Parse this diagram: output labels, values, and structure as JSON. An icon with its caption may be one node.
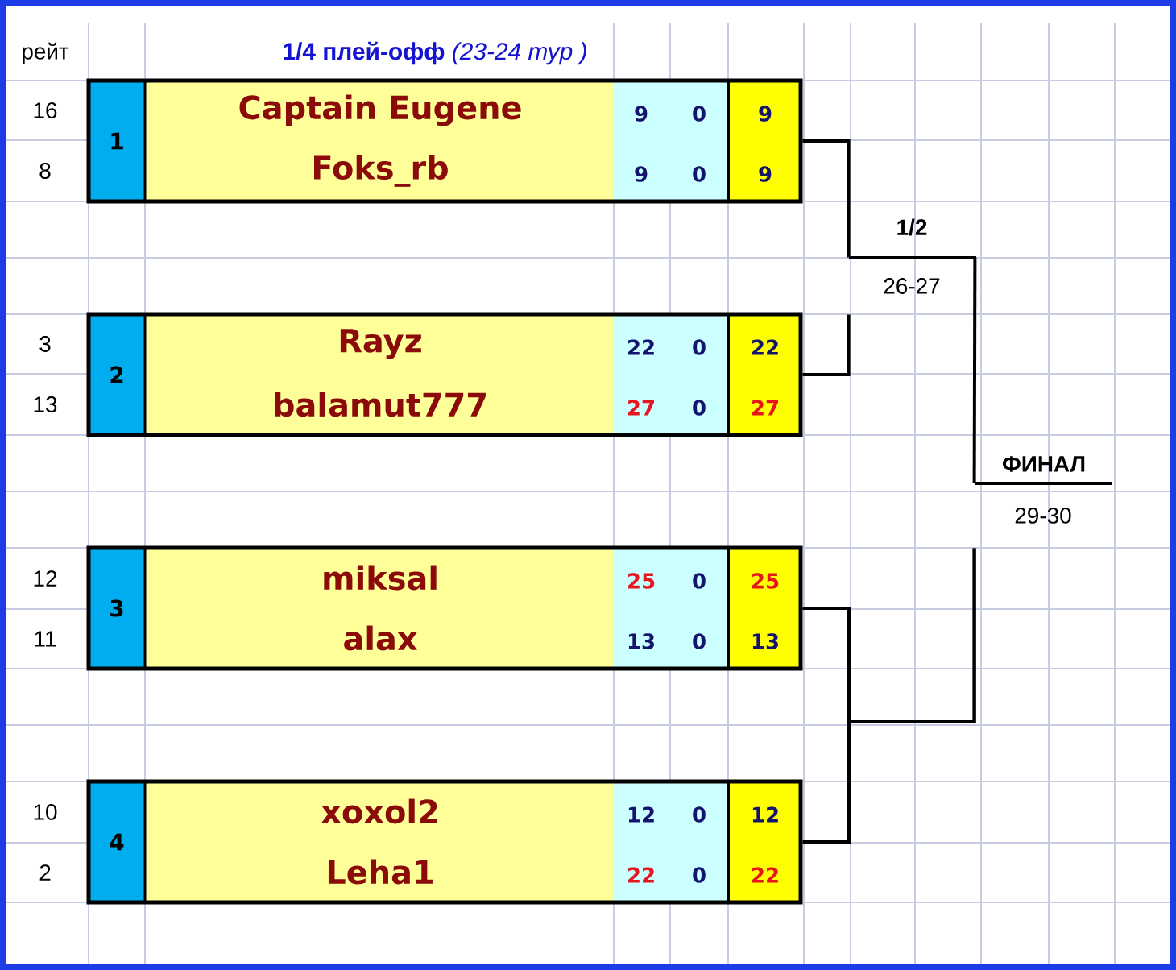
{
  "diagram": {
    "title": "**1/4 плей-офф** *(23-24 тур )*",
    "nodes": [
      {
        "text": [
          "1",
          "Captain Eugene",
          "9",
          "0",
          "9",
          "Foks_rb",
          "9",
          "0",
          "9"
        ]
      },
      {
        "text": [
          "2",
          "Rayz",
          "22",
          "0",
          "22",
          "balamut777",
          "27",
          "0",
          "27"
        ]
      },
      {
        "text": [
          "3",
          "miksal",
          "25",
          "0",
          "25",
          "alax",
          "13",
          "0",
          "13"
        ]
      },
      {
        "text": [
          "4",
          "xoxol2",
          "12",
          "0",
          "12",
          "Leha1",
          "22",
          "0",
          "22"
        ]
      },
      {
        "text": [
          "1/2",
          "26-27"
        ]
      },
      {
        "text": [
          "ФИНАЛ",
          "29-30"
        ]
      }
    ],
    "edges": [
      {
        "from": 0,
        "to": 4,
        "arrow": "none"
      },
      {
        "from": 1,
        "to": 4,
        "arrow": "none"
      },
      {
        "from": 4,
        "to": 5,
        "arrow": "none"
      },
      {
        "from": 2,
        "to": 5,
        "arrow": "none"
      },
      {
        "from": 3,
        "to": 5,
        "arrow": "none"
      }
    ],
    "labels": [
      "рейт",
      "16",
      "8",
      "3",
      "13",
      "12",
      "11",
      "10",
      "2"
    ]
  }
}
